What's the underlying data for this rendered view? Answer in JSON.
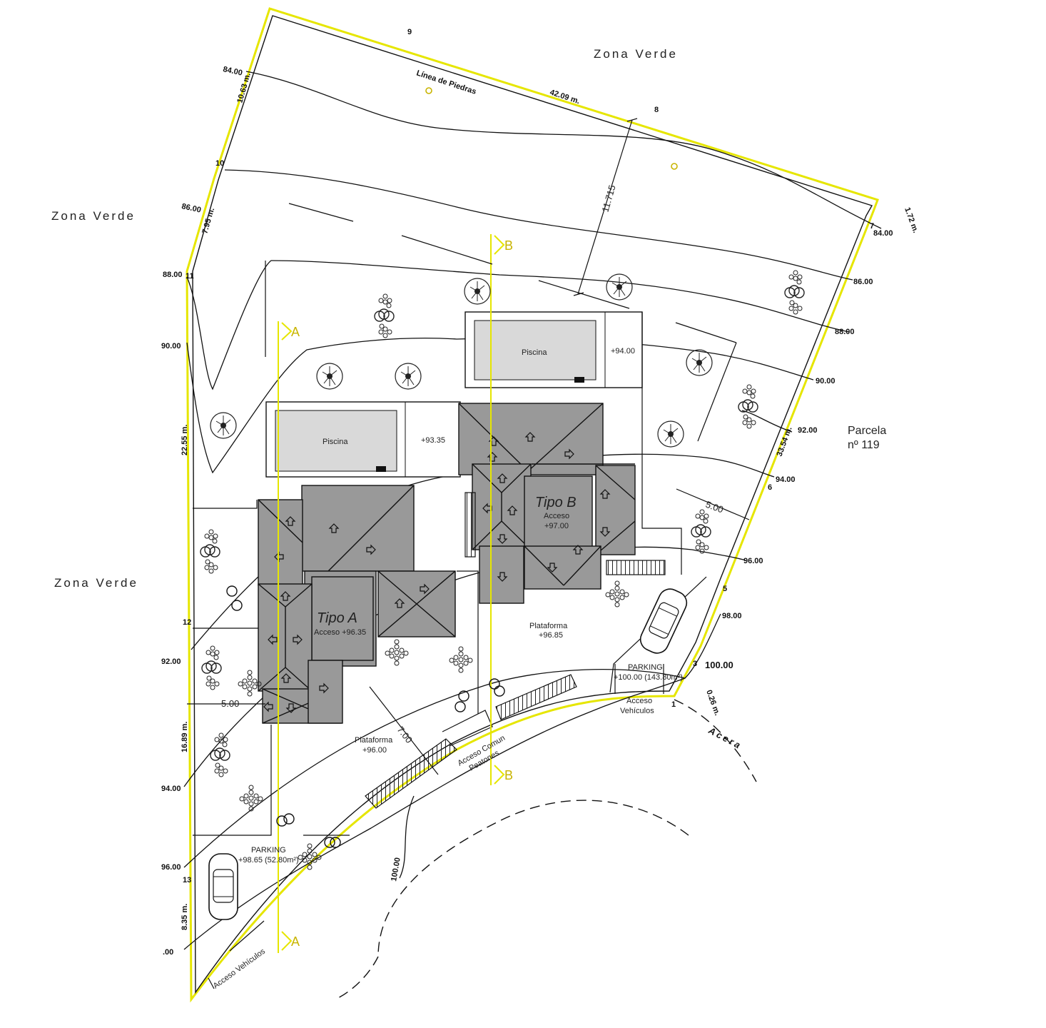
{
  "zones": {
    "top": "Zona Verde",
    "left_upper": "Zona Verde",
    "left_lower": "Zona Verde"
  },
  "parcela": {
    "line1": "Parcela",
    "line2": "nº 119"
  },
  "linea_piedras": "Línea de Piedras",
  "boundary": {
    "top_length": "42.09 m.",
    "left_seg_1": "10.63 m.",
    "left_seg_2": "7.95 m.",
    "left_seg_3": "22.55 m.",
    "left_seg_4": "16.89 m.",
    "left_seg_5": "8.35 m.",
    "right_seg_1": "1.72 m.",
    "right_seg_2": "33.54 m.",
    "right_seg_3": "0.26 m."
  },
  "vertices": [
    "1",
    "3",
    "5",
    "6",
    "7",
    "8",
    "9",
    "10",
    "11",
    "12",
    "13"
  ],
  "contours": {
    "left": [
      "84.00",
      "86.00",
      "88.00",
      "90.00",
      "92.00",
      "94.00",
      "96.00",
      ".00"
    ],
    "right": [
      "84.00",
      "86.00",
      "88.00",
      "90.00",
      "92.00",
      "94.00",
      "96.00",
      "98.00",
      "100.00"
    ],
    "bottom": "100.00"
  },
  "dimensions": {
    "d_11715": "11.715",
    "d_500_right": "5.00",
    "d_500_left": "5.00",
    "d_700": "7.00"
  },
  "sections": {
    "a": "A",
    "b": "B"
  },
  "pools": [
    {
      "label": "Piscina",
      "level": "+94.00"
    },
    {
      "label": "Piscina",
      "level": "+93.35"
    }
  ],
  "tipo_a": {
    "title": "Tipo A",
    "access": "Acceso +96.35"
  },
  "tipo_b": {
    "title": "Tipo B",
    "access_label": "Acceso",
    "access_level": "+97.00"
  },
  "plataformas": [
    {
      "label": "Plataforma",
      "level": "+96.85"
    },
    {
      "label": "Plataforma",
      "level": "+96.00"
    }
  ],
  "parking_right": {
    "label": "PARKING",
    "detail": "+100.00 (143.80m²)"
  },
  "parking_left": {
    "label": "PARKING",
    "detail": "+98.65 (52.80m²)"
  },
  "access": {
    "vehiculos_right_1": "Acceso",
    "vehiculos_right_2": "Vehículos",
    "comun_1": "Acceso Comun",
    "comun_2": "Peatones",
    "vehiculos_left": "Acceso Vehículos",
    "acera": "Acera"
  },
  "colors": {
    "boundary": "#e6e600",
    "building": "#999999",
    "pool": "#d9d9d9",
    "line": "#111111"
  }
}
